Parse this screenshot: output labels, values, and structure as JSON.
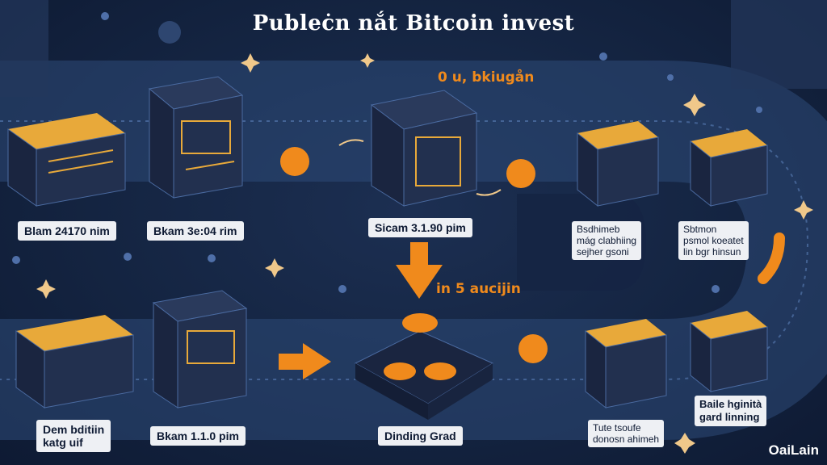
{
  "title": "Publeċn nắt Bitcoin invest",
  "top_orange_label": "0 u, bkiugån",
  "mid_orange_label": "in  5 aucijin",
  "labels": {
    "top_left": "Blam 24170 nim",
    "top_center_left": "Bkam 3e:04 rim",
    "top_center": "Sicam 3.1.90 pim",
    "bottom_left": "Dem bditiin\nkatg uif",
    "bottom_center_left": "Bkam 1.1.0 pim",
    "bottom_center": "Dinding Grad"
  },
  "notes": {
    "top_right_a": "Bsdhimeb\nmág clabhiing\nsejher gsoni",
    "top_right_b": "Sbtmon\npsmol koeatet\nlin bgr hinsun",
    "bottom_right_a": "Tute tsoufe\ndonosn ahimeh",
    "bottom_right_b": "Baile hginità\ngard linning"
  },
  "brand": "OaiLain",
  "colors": {
    "background": "#142441",
    "accent_orange": "#f08a1c",
    "gold": "#e8a93a",
    "cube_dark": "#1e2a44",
    "path": "#3a5a8c"
  }
}
